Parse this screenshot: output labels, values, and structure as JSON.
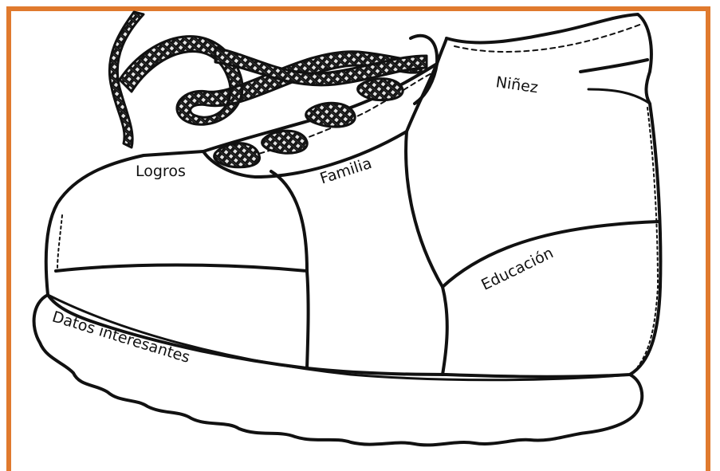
{
  "colors": {
    "border": "#e07a2e",
    "ink": "#111111",
    "lace_fill": "#d8d8d8"
  },
  "labels": {
    "ninez": "Niñez",
    "logros": "Logros",
    "familia": "Familia",
    "educacion": "Educación",
    "datos": "Datos interesantes"
  }
}
